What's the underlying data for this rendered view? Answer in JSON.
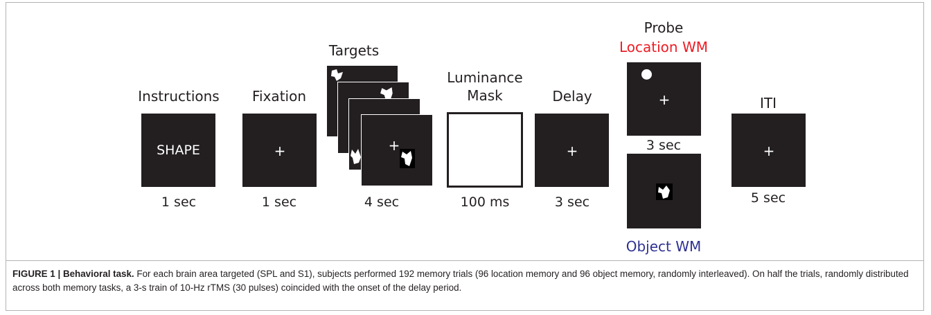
{
  "stages": {
    "instructions": {
      "label": "Instructions",
      "screen_text": "SHAPE",
      "duration": "1 sec"
    },
    "fixation": {
      "label": "Fixation",
      "screen_text": "+",
      "duration": "1 sec"
    },
    "targets": {
      "label": "Targets",
      "screen_text": "+",
      "duration": "4 sec"
    },
    "mask": {
      "label_line1": "Luminance",
      "label_line2": "Mask",
      "duration": "100 ms"
    },
    "delay": {
      "label": "Delay",
      "screen_text": "+",
      "duration": "3 sec"
    },
    "probe": {
      "label": "Probe",
      "location_label": "Location WM",
      "location_color": "#ed1c24",
      "location_screen_text": "+",
      "duration": "3 sec",
      "object_label": "Object WM",
      "object_color": "#2e3192"
    },
    "iti": {
      "label": "ITI",
      "screen_text": "+",
      "duration": "5 sec"
    }
  },
  "caption": {
    "figure_label": "FIGURE 1 | Behavioral task.",
    "text": "For each brain area targeted (SPL and S1), subjects performed 192 memory trials (96 location memory and 96 object memory, randomly interleaved). On half the trials, randomly distributed across both memory tasks, a 3-s train of 10-Hz rTMS (30 pulses) coincided with the onset of the delay period."
  },
  "colors": {
    "screen": "#231f20",
    "text": "#231f20",
    "frame": "#b3b3b3"
  }
}
